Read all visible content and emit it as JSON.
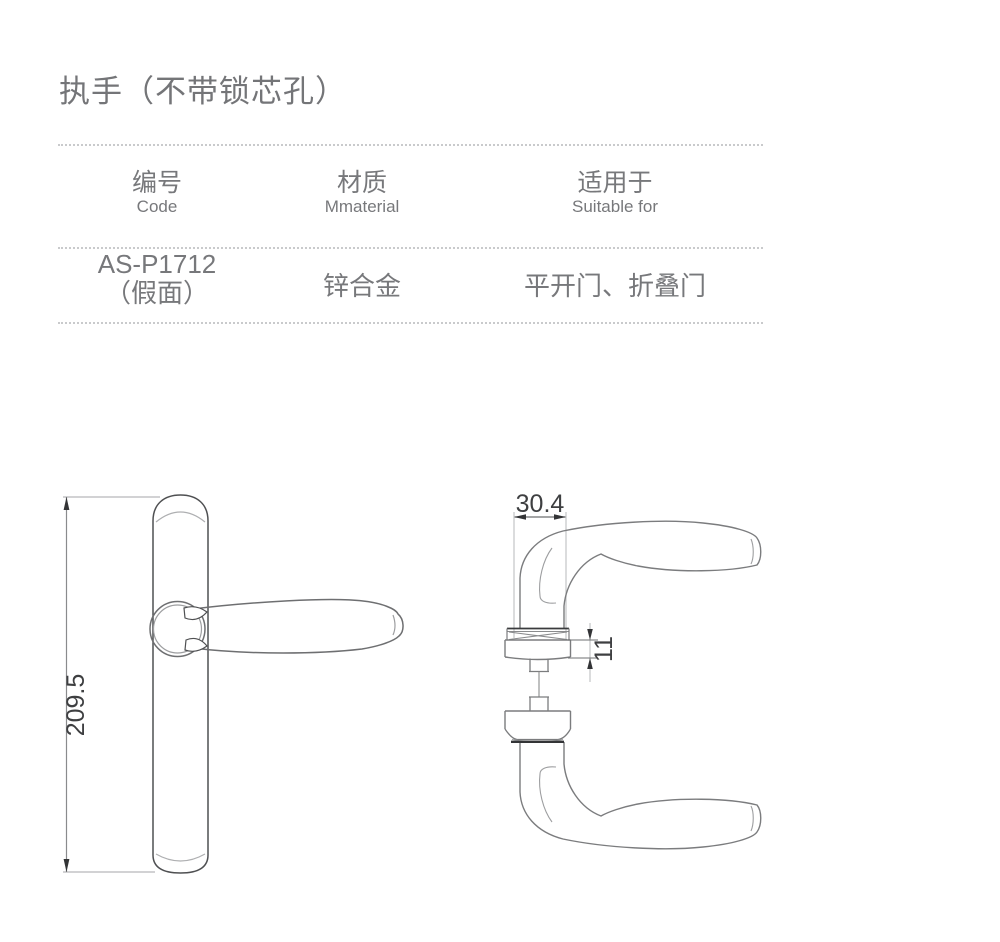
{
  "page": {
    "title": "执手（不带锁芯孔）"
  },
  "spec_table": {
    "columns": [
      {
        "zh": "编号",
        "en": "Code"
      },
      {
        "zh": "材质",
        "en": "Mmaterial"
      },
      {
        "zh": "适用于",
        "en": "Suitable for"
      }
    ],
    "row": {
      "code_line1": "AS-P1712",
      "code_line2": "（假面）",
      "material": "锌合金",
      "suitable_for": "平开门、折叠门"
    }
  },
  "drawings": {
    "front_view": {
      "height_mm": "209.5"
    },
    "side_view": {
      "spindle_width_mm": "30.4",
      "rose_thickness_mm": "11"
    }
  },
  "colors": {
    "page_bg": "#ffffff",
    "text_gray": "#77787b",
    "dim_text": "#3e3f41",
    "line_dark": "#333436",
    "line_mid": "#707174",
    "line_light": "#c3c4c6",
    "divider": "#c9cacc"
  }
}
